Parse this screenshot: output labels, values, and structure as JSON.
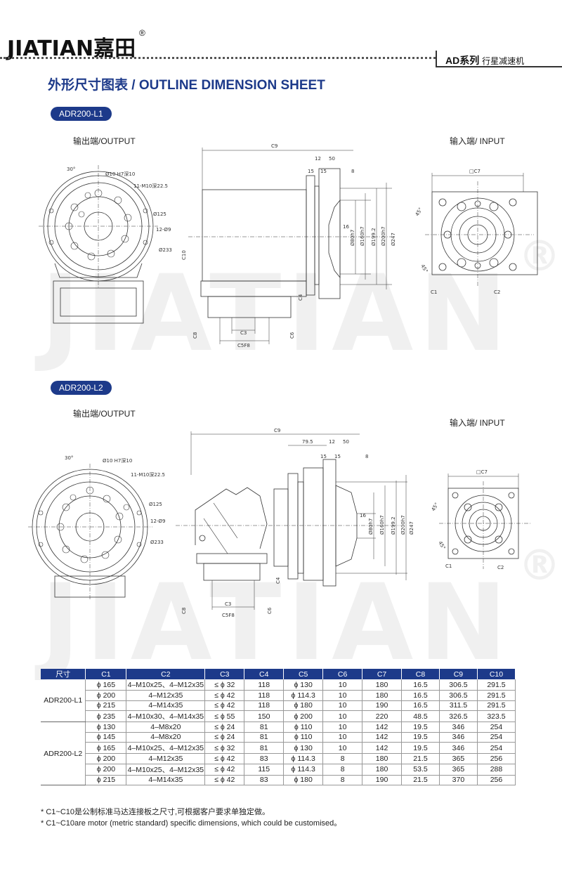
{
  "header": {
    "logo": "JIATIAN嘉田",
    "registered": "®",
    "series": "AD系列",
    "series_sub": "行星减速机"
  },
  "title": "外形尺寸图表 / OUTLINE DIMENSION SHEET",
  "watermark": "JIATIAN",
  "watermark_reg": "®",
  "section1": {
    "tag": "ADR200-L1",
    "output_label": "输出端/OUTPUT",
    "input_label": "输入端/ INPUT"
  },
  "section2": {
    "tag": "ADR200-L2",
    "output_label": "输出端/OUTPUT",
    "input_label": "输入端/ INPUT"
  },
  "drawing_labels": {
    "angle30": "30°",
    "angle45": "45°",
    "hole_a": "Ø10 H7深10",
    "hole_b": "11-M10深22.5",
    "d125": "Ø125",
    "holes12": "12-Ø9",
    "d233": "Ø233",
    "c9": "C9",
    "n12": "12",
    "n50": "50",
    "n15a": "15",
    "n15b": "15",
    "n8": "8",
    "n795": "79.5",
    "c10": "C10",
    "c4": "C4",
    "c8": "C8",
    "c3": "C3",
    "c5": "C5F8",
    "c6": "C6",
    "d16": "16",
    "d80": "Ø80h7",
    "d160": "Ø160h7",
    "d1992": "Ø199.2",
    "d200": "Ø200h7",
    "d247": "Ø247",
    "c7": "□C7",
    "c1": "C1",
    "c2": "C2"
  },
  "table": {
    "headers": [
      "尺寸",
      "C1",
      "C2",
      "C3",
      "C4",
      "C5",
      "C6",
      "C7",
      "C8",
      "C9",
      "C10"
    ],
    "groups": [
      {
        "model": "ADR200-L1",
        "rows": [
          [
            "ϕ 165",
            "4–M10x25、4–M12x35",
            "≤ ϕ 32",
            "118",
            "ϕ 130",
            "10",
            "180",
            "16.5",
            "306.5",
            "291.5"
          ],
          [
            "ϕ 200",
            "4–M12x35",
            "≤ ϕ 42",
            "118",
            "ϕ 114.3",
            "10",
            "180",
            "16.5",
            "306.5",
            "291.5"
          ],
          [
            "ϕ 215",
            "4–M14x35",
            "≤ ϕ 42",
            "118",
            "ϕ 180",
            "10",
            "190",
            "16.5",
            "311.5",
            "291.5"
          ],
          [
            "ϕ 235",
            "4–M10x30、4–M14x35",
            "≤ ϕ 55",
            "150",
            "ϕ 200",
            "10",
            "220",
            "48.5",
            "326.5",
            "323.5"
          ]
        ]
      },
      {
        "model": "ADR200-L2",
        "rows": [
          [
            "ϕ 130",
            "4–M8x20",
            "≤ ϕ 24",
            "81",
            "ϕ 110",
            "10",
            "142",
            "19.5",
            "346",
            "254"
          ],
          [
            "ϕ 145",
            "4–M8x20",
            "≤ ϕ 24",
            "81",
            "ϕ 110",
            "10",
            "142",
            "19.5",
            "346",
            "254"
          ],
          [
            "ϕ 165",
            "4–M10x25、4–M12x35",
            "≤ ϕ 32",
            "81",
            "ϕ 130",
            "10",
            "142",
            "19.5",
            "346",
            "254"
          ],
          [
            "ϕ 200",
            "4–M12x35",
            "≤ ϕ 42",
            "83",
            "ϕ 114.3",
            "8",
            "180",
            "21.5",
            "365",
            "256"
          ],
          [
            "ϕ 200",
            "4–M10x25、4–M12x35",
            "≤ ϕ 42",
            "115",
            "ϕ 114.3",
            "8",
            "180",
            "53.5",
            "365",
            "288"
          ],
          [
            "ϕ 215",
            "4–M14x35",
            "≤ ϕ 42",
            "83",
            "ϕ 180",
            "8",
            "190",
            "21.5",
            "370",
            "256"
          ]
        ]
      }
    ]
  },
  "notes": [
    "* C1~C10是公制标准马达连接板之尺寸,可根据客户要求单独定做。",
    "* C1~C10are motor (metric standard) specific dimensions, which could be customised。"
  ],
  "colors": {
    "accent": "#1d3a8a",
    "line": "#333333"
  }
}
